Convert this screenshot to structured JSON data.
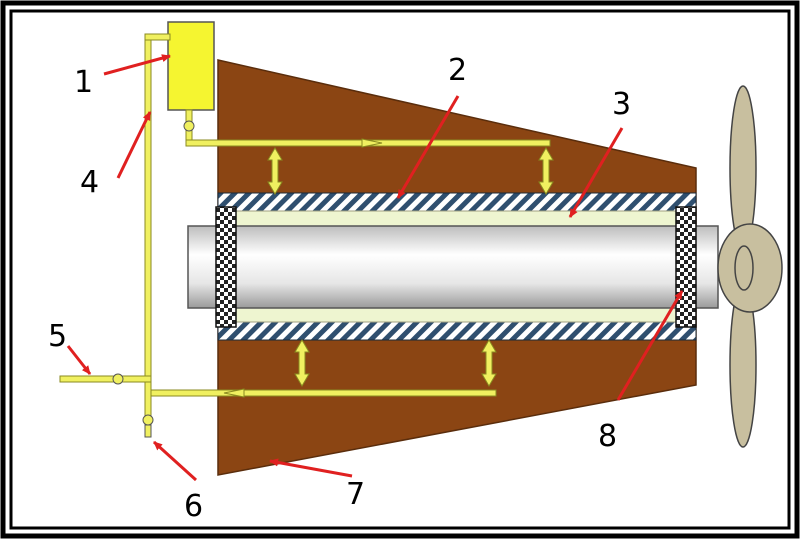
{
  "labels": {
    "l1": "1",
    "l2": "2",
    "l3": "3",
    "l4": "4",
    "l5": "5",
    "l6": "6",
    "l7": "7",
    "l8": "8"
  },
  "colors": {
    "frame": "#000000",
    "hull": "#8b4513",
    "pipe": "#f0f060",
    "tank": "#f5f530",
    "shaft": "#e0e0e0",
    "sleeve": "#eef5d0",
    "bearing_stripe": "#2f4f6f",
    "seal": "#222222",
    "propeller": "#c8bf9f",
    "pointer": "#e02020"
  }
}
